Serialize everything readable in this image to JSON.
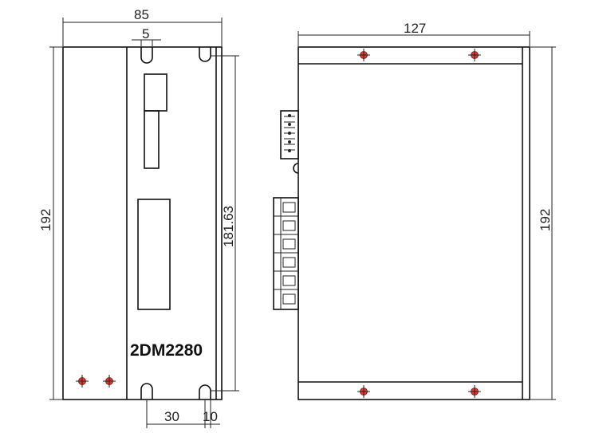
{
  "model_label": "2DM2280",
  "front_view": {
    "width_dim": "85",
    "slot_dim": "5",
    "height_dim": "192",
    "inner_height_dim": "181.63",
    "bottom_dim_a": "30",
    "bottom_dim_b": "10"
  },
  "side_view": {
    "depth_dim": "127",
    "height_dim": "192"
  },
  "colors": {
    "outline": "#111111",
    "mount_screw": "#e53935"
  }
}
